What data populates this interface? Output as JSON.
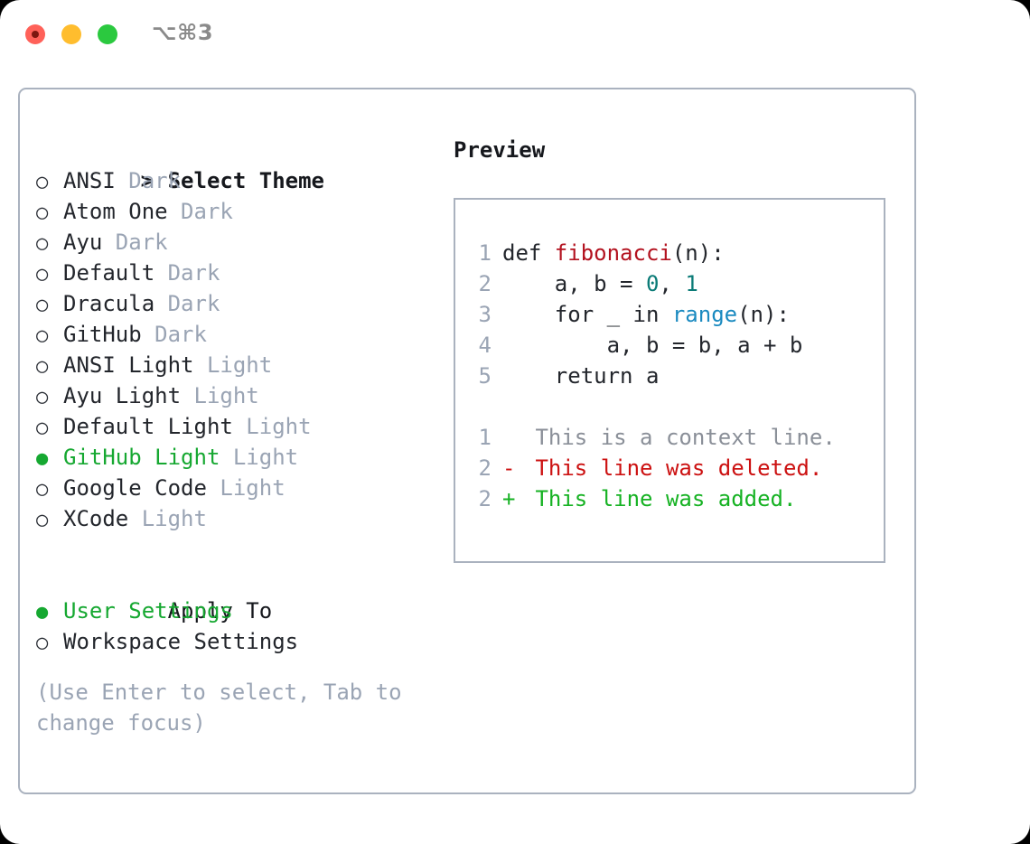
{
  "titlebar": {
    "shortcut": "⌥⌘3",
    "buttons": {
      "close": "close",
      "minimize": "minimize",
      "maximize": "maximize"
    }
  },
  "theme_picker": {
    "caret": ">",
    "heading": "Select Theme",
    "bullet_selected": "●",
    "bullet_unselected": "○",
    "items": [
      {
        "name": "ANSI",
        "kind": "Dark",
        "selected": false
      },
      {
        "name": "Atom One",
        "kind": "Dark",
        "selected": false
      },
      {
        "name": "Ayu",
        "kind": "Dark",
        "selected": false
      },
      {
        "name": "Default",
        "kind": "Dark",
        "selected": false
      },
      {
        "name": "Dracula",
        "kind": "Dark",
        "selected": false
      },
      {
        "name": "GitHub",
        "kind": "Dark",
        "selected": false
      },
      {
        "name": "ANSI Light",
        "kind": "Light",
        "selected": false
      },
      {
        "name": "Ayu Light",
        "kind": "Light",
        "selected": false
      },
      {
        "name": "Default Light",
        "kind": "Light",
        "selected": false
      },
      {
        "name": "GitHub Light",
        "kind": "Light",
        "selected": true
      },
      {
        "name": "Google Code",
        "kind": "Light",
        "selected": false
      },
      {
        "name": "XCode",
        "kind": "Light",
        "selected": false
      }
    ]
  },
  "apply_to": {
    "heading": "Apply To",
    "options": [
      {
        "name": "User Settings",
        "selected": true
      },
      {
        "name": "Workspace Settings",
        "selected": false
      }
    ]
  },
  "hint": "(Use Enter to select, Tab to change focus)",
  "preview": {
    "title": "Preview",
    "code": [
      {
        "num": "1",
        "parts": [
          {
            "text": "def ",
            "tok": "plain"
          },
          {
            "text": "fibonacci",
            "tok": "fn"
          },
          {
            "text": "(n):",
            "tok": "plain"
          }
        ]
      },
      {
        "num": "2",
        "parts": [
          {
            "text": "    a, b = ",
            "tok": "plain"
          },
          {
            "text": "0",
            "tok": "num"
          },
          {
            "text": ", ",
            "tok": "plain"
          },
          {
            "text": "1",
            "tok": "num"
          }
        ]
      },
      {
        "num": "3",
        "parts": [
          {
            "text": "    for _ in ",
            "tok": "plain"
          },
          {
            "text": "range",
            "tok": "call"
          },
          {
            "text": "(n):",
            "tok": "plain"
          }
        ]
      },
      {
        "num": "4",
        "parts": [
          {
            "text": "        a, b = b, a + b",
            "tok": "plain"
          }
        ]
      },
      {
        "num": "5",
        "parts": [
          {
            "text": "    return a",
            "tok": "plain"
          }
        ]
      }
    ],
    "diff": [
      {
        "num": "1",
        "marker": " ",
        "text": " This is a context line.",
        "kind": "ctx"
      },
      {
        "num": "2",
        "marker": "-",
        "text": " This line was deleted.",
        "kind": "del"
      },
      {
        "num": "2",
        "marker": "+",
        "text": " This line was added.",
        "kind": "add"
      }
    ]
  },
  "colors": {
    "accent_green": "#16a831",
    "muted": "#9aa4b4",
    "border": "#aab2bf",
    "fn_red": "#b3121f",
    "num_teal": "#0b7b77",
    "call_blue": "#1a8ac0",
    "diff_del": "#cc1111",
    "diff_add": "#16b223"
  }
}
